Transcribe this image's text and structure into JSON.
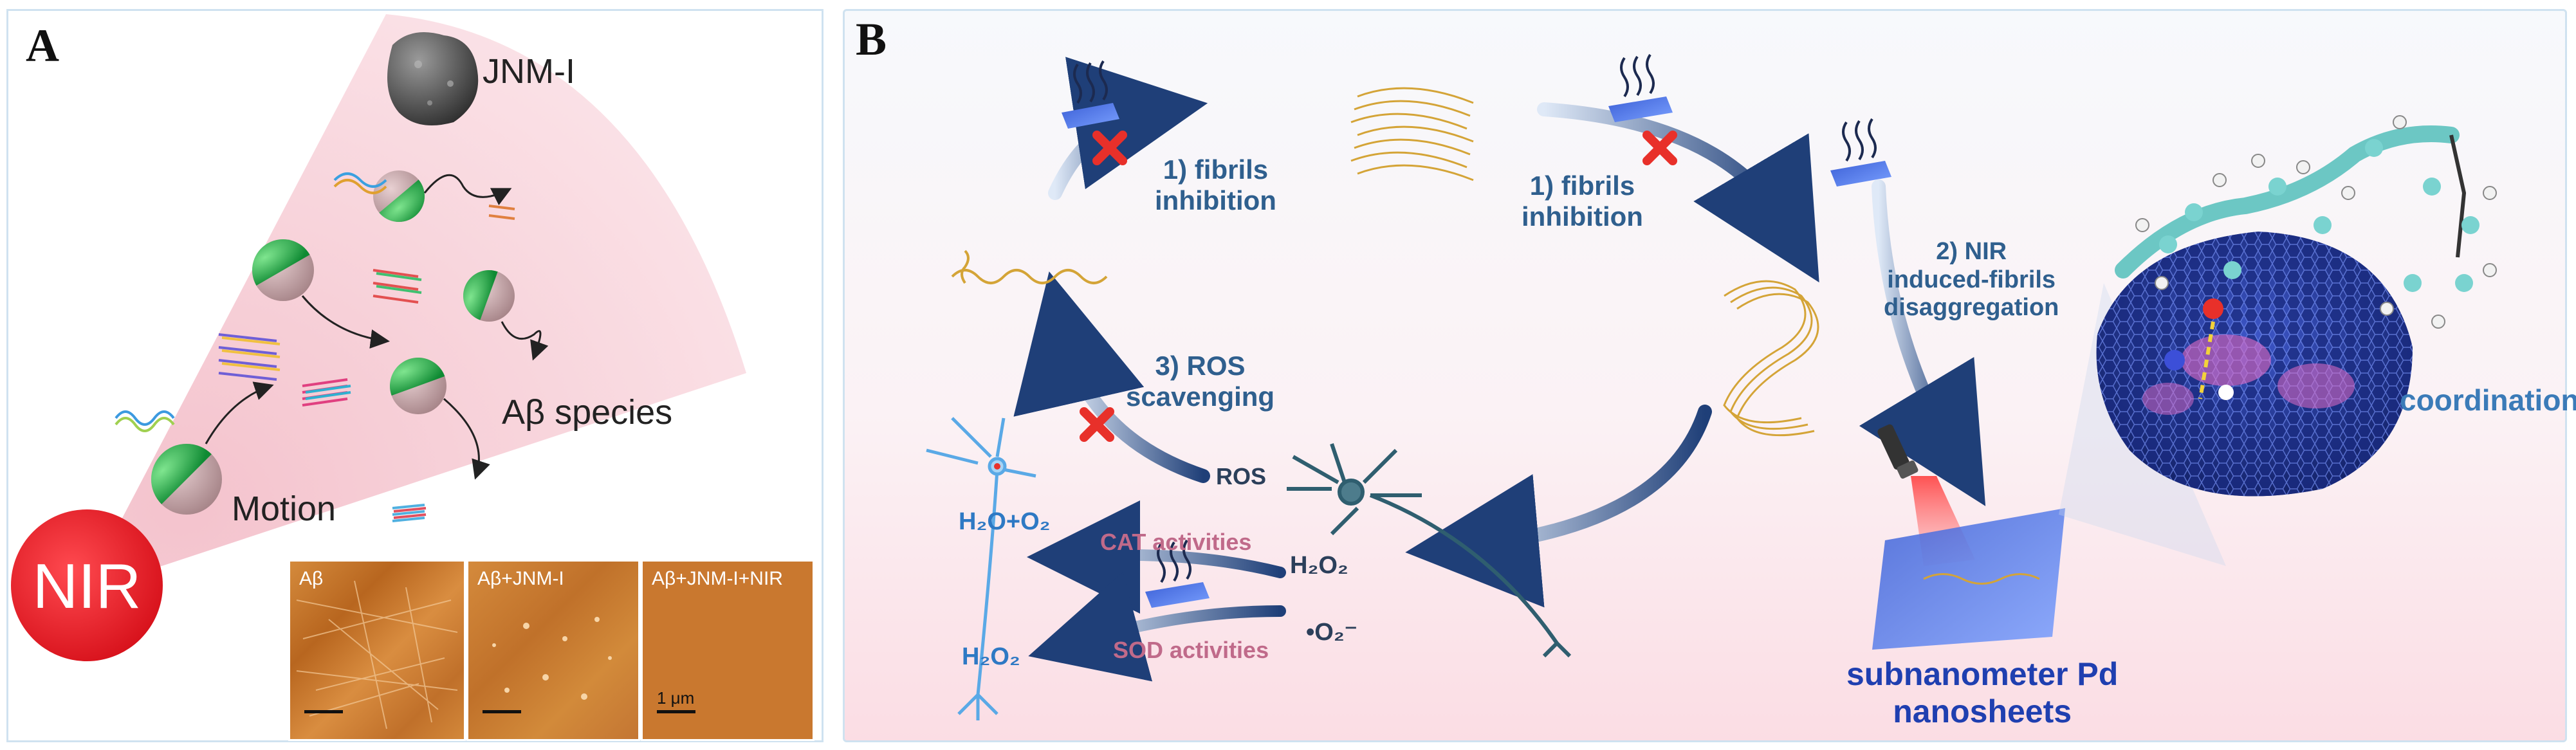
{
  "panel_a": {
    "letter": "A",
    "jnm_label": "JNM-I",
    "species_label": "Aβ species",
    "motion_label": "Motion",
    "nir_label": "NIR",
    "afm_labels": [
      "Aβ",
      "Aβ+JNM-I",
      "Aβ+JNM-I+NIR"
    ],
    "scale_label": "1 μm"
  },
  "panel_b": {
    "letter": "B",
    "fibrils_line1": "1) fibrils",
    "fibrils_line2": "inhibition",
    "nir_line1": "2) NIR",
    "nir_line2": "induced-fibrils",
    "nir_line3": "disaggregation",
    "ros_line1": "3) ROS",
    "ros_line2": "scavenging",
    "ros": "ROS",
    "cat": "CAT activities",
    "sod": "SOD activities",
    "h2o_o2": "H₂O+O₂",
    "h2o2_left": "H₂O₂",
    "h2o2_right": "H₂O₂",
    "superoxide": "•O₂⁻",
    "coordination": "coordination",
    "pd_line1": "subnanometer Pd",
    "pd_line2": "nanosheets"
  },
  "colors": {
    "pink_fan": "#f9d7de",
    "nir_red": "#e3121d",
    "sphere_green": "#22b14c",
    "sphere_pink": "#c8a2a5",
    "afm_orange": "#c9792e",
    "label_blue": "#2f5f8e",
    "label_pink": "#c06a8a",
    "arrow_dark": "#1f3f78",
    "inhibit_red": "#e8302a",
    "chem_blue": "#2e79c4",
    "fibril_gold": "#d4a437"
  }
}
